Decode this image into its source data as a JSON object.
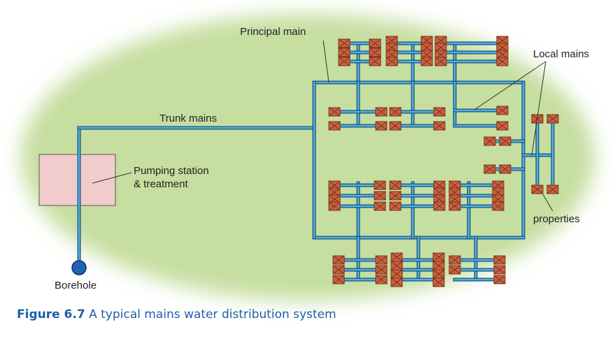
{
  "labels": {
    "principal_main": "Principal main",
    "local_mains": "Local mains",
    "trunk_mains": "Trunk mains",
    "pumping_line1": "Pumping station",
    "pumping_line2": "& treatment",
    "properties": "properties",
    "borehole": "Borehole"
  },
  "caption": {
    "number": "Figure 6.7",
    "text": "A typical mains water distribution system"
  },
  "colors": {
    "background_field": "#c6dea0",
    "pipe_outer": "#1d4f7a",
    "pipe_inner": "#4fb3e3",
    "property_fill": "#c8623f",
    "property_stroke": "#7a2e1c",
    "station_fill": "#f2cccc",
    "borehole_fill": "#1f63b5",
    "caption_color": "#1f5fa8"
  }
}
